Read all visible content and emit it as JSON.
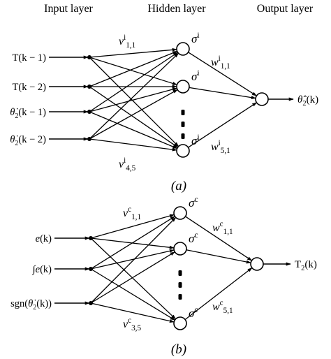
{
  "header": {
    "input_layer": "Input layer",
    "hidden_layer": "Hidden layer",
    "output_layer": "Output layer"
  },
  "network_a": {
    "caption": "(a)",
    "inputs": [
      {
        "parts": [
          {
            "t": "T"
          },
          {
            "t": "(k − 1)"
          }
        ]
      },
      {
        "parts": [
          {
            "t": "T"
          },
          {
            "t": "(k − 2)"
          }
        ]
      },
      {
        "parts": [
          {
            "t": "θ̇",
            "i": true
          },
          {
            "t": "2",
            "sub": true
          },
          {
            "t": "(k − 1)"
          }
        ]
      },
      {
        "parts": [
          {
            "t": "θ̇",
            "i": true
          },
          {
            "t": "2",
            "sub": true
          },
          {
            "t": "(k − 2)"
          }
        ]
      }
    ],
    "hidden_labels": [
      {
        "parts": [
          {
            "t": "σ",
            "i": true
          },
          {
            "t": "i",
            "sup": true
          }
        ]
      },
      {
        "parts": [
          {
            "t": "σ",
            "i": true
          },
          {
            "t": "i",
            "sup": true
          }
        ]
      },
      {
        "parts": [
          {
            "t": "σ",
            "i": true
          },
          {
            "t": "i",
            "sup": true
          }
        ]
      }
    ],
    "weight_v_top": {
      "parts": [
        {
          "t": "v",
          "i": true
        },
        {
          "t": "i",
          "sup": true
        },
        {
          "t": "1,1",
          "sub": true
        }
      ]
    },
    "weight_v_bottom": {
      "parts": [
        {
          "t": "v",
          "i": true
        },
        {
          "t": "i",
          "sup": true
        },
        {
          "t": "4,5",
          "sub": true
        }
      ]
    },
    "weight_w_top": {
      "parts": [
        {
          "t": "w",
          "i": true
        },
        {
          "t": "i",
          "sup": true
        },
        {
          "t": "1,1",
          "sub": true
        }
      ]
    },
    "weight_w_bottom": {
      "parts": [
        {
          "t": "w",
          "i": true
        },
        {
          "t": "i",
          "sup": true
        },
        {
          "t": "5,1",
          "sub": true
        }
      ]
    },
    "output": {
      "parts": [
        {
          "t": "θ̂̇",
          "i": true
        },
        {
          "t": "2",
          "sub": true
        },
        {
          "t": "(k)"
        }
      ]
    }
  },
  "network_b": {
    "caption": "(b)",
    "inputs": [
      {
        "parts": [
          {
            "t": "e",
            "i": true
          },
          {
            "t": "(k)"
          }
        ]
      },
      {
        "parts": [
          {
            "t": "∫"
          },
          {
            "t": "e",
            "i": true
          },
          {
            "t": "(k)"
          }
        ]
      },
      {
        "parts": [
          {
            "t": "sgn("
          },
          {
            "t": "θ̇",
            "i": true
          },
          {
            "t": "2",
            "sub": true
          },
          {
            "t": "(k))"
          }
        ]
      }
    ],
    "hidden_labels": [
      {
        "parts": [
          {
            "t": "σ",
            "i": true
          },
          {
            "t": "c",
            "sup": true
          }
        ]
      },
      {
        "parts": [
          {
            "t": "σ",
            "i": true
          },
          {
            "t": "c",
            "sup": true
          }
        ]
      },
      {
        "parts": [
          {
            "t": "σ",
            "i": true
          },
          {
            "t": "c",
            "sup": true
          }
        ]
      }
    ],
    "weight_v_top": {
      "parts": [
        {
          "t": "v",
          "i": true
        },
        {
          "t": "c",
          "sup": true
        },
        {
          "t": "1,1",
          "sub": true
        }
      ]
    },
    "weight_v_bottom": {
      "parts": [
        {
          "t": "v",
          "i": true
        },
        {
          "t": "c",
          "sup": true
        },
        {
          "t": "3,5",
          "sub": true
        }
      ]
    },
    "weight_w_top": {
      "parts": [
        {
          "t": "w",
          "i": true
        },
        {
          "t": "c",
          "sup": true
        },
        {
          "t": "1,1",
          "sub": true
        }
      ]
    },
    "weight_w_bottom": {
      "parts": [
        {
          "t": "w",
          "i": true
        },
        {
          "t": "c",
          "sup": true
        },
        {
          "t": "5,1",
          "sub": true
        }
      ]
    },
    "output": {
      "parts": [
        {
          "t": "T"
        },
        {
          "t": "2",
          "sub": true
        },
        {
          "t": "(k)"
        }
      ]
    }
  }
}
